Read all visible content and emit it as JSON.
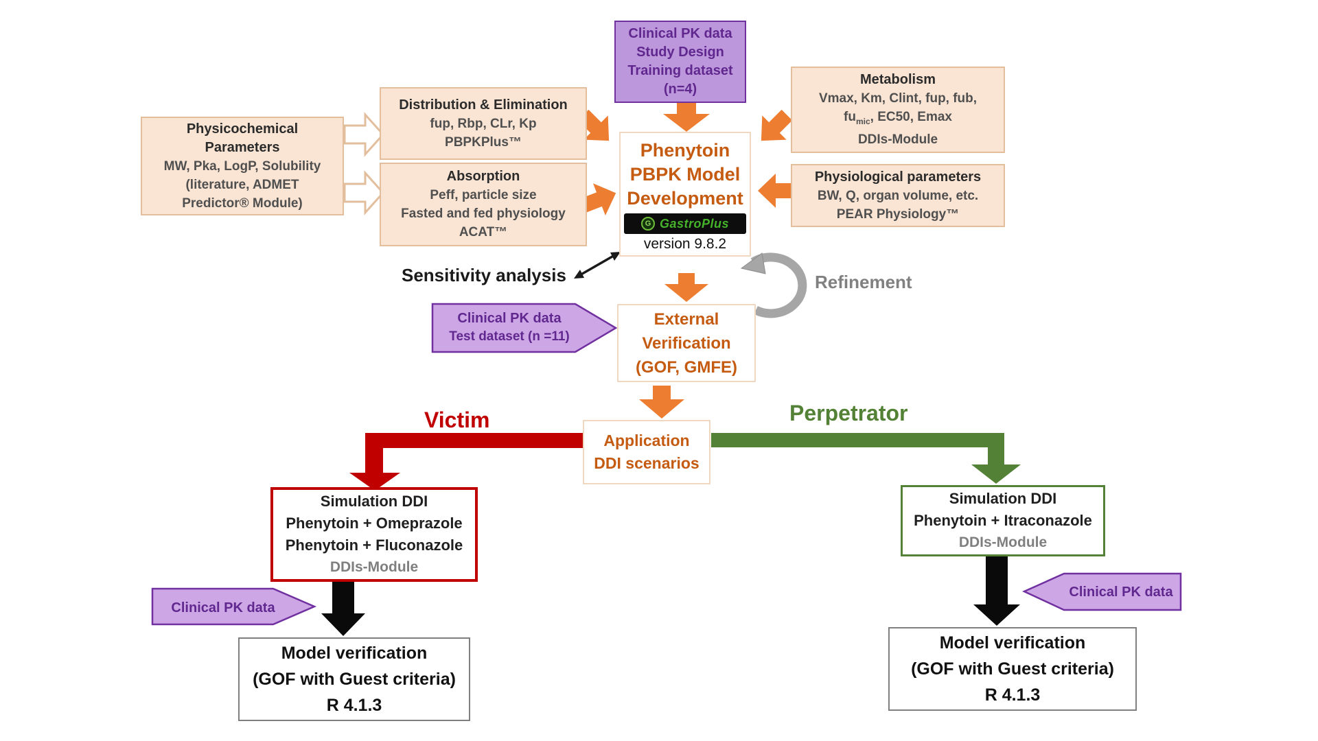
{
  "colors": {
    "orange": "#ED7D31",
    "peach_fill": "#FAE4D3",
    "peach_border": "#E2BE9D",
    "purple_fill": "#BD97DC",
    "purple_light": "#CDA6E6",
    "purple_border": "#7030A0",
    "purple_text": "#60278F",
    "orange_text": "#C55A11",
    "red": "#C00000",
    "green": "#538135",
    "gray": "#808080",
    "arrow_gray": "#A6A6A6"
  },
  "boxes": {
    "training": {
      "lines": [
        "Clinical PK data",
        "Study Design",
        "Training dataset",
        "(n=4)"
      ]
    },
    "physicochemical": {
      "title_lines": [
        "Physicochemical",
        "Parameters"
      ],
      "lines": [
        "MW, Pka, LogP, Solubility",
        "(literature, ADMET",
        "Predictor® Module)"
      ]
    },
    "distribution": {
      "title": "Distribution & Elimination",
      "lines": [
        "fup, Rbp, CLr, Kp",
        "PBPKPlus™"
      ]
    },
    "absorption": {
      "title": "Absorption",
      "lines": [
        "Peff, particle size",
        "Fasted and fed physiology",
        "ACAT™"
      ]
    },
    "metabolism": {
      "title": "Metabolism",
      "line1": "Vmax, Km, Clint, fup, fub,",
      "line2_pre": "fu",
      "line2_sub": "mic",
      "line2_post": ", EC50, Emax",
      "line3": "DDIs-Module"
    },
    "physiological": {
      "title": "Physiological parameters",
      "lines": [
        "BW, Q, organ volume, etc.",
        "PEAR Physiology™"
      ]
    },
    "model_dev": {
      "lines": [
        "Phenytoin",
        "PBPK Model",
        "Development"
      ],
      "logo": "GastroPlus",
      "logo_icon": "G",
      "version": "version 9.8.2"
    },
    "external_verification": {
      "lines": [
        "External",
        "Verification",
        "(GOF, GMFE)"
      ]
    },
    "application": {
      "lines": [
        "Application",
        "DDI scenarios"
      ]
    },
    "sim_victim": {
      "lines": [
        "Simulation DDI",
        "Phenytoin + Omeprazole",
        "Phenytoin + Fluconazole"
      ],
      "module": "DDIs-Module"
    },
    "sim_perpetrator": {
      "lines": [
        "Simulation DDI",
        "Phenytoin + Itraconazole"
      ],
      "module": "DDIs-Module"
    },
    "verification_left": {
      "lines": [
        "Model verification",
        "(GOF with Guest criteria)",
        "R 4.1.3"
      ]
    },
    "verification_right": {
      "lines": [
        "Model verification",
        "(GOF with Guest criteria)",
        "R 4.1.3"
      ]
    }
  },
  "labels": {
    "sensitivity": "Sensitivity analysis",
    "refinement": "Refinement",
    "victim": "Victim",
    "perpetrator": "Perpetrator",
    "test_dataset": {
      "lines": [
        "Clinical PK data",
        "Test dataset (n =11)"
      ]
    },
    "clinical_pk_left": "Clinical PK data",
    "clinical_pk_right": "Clinical PK data"
  }
}
